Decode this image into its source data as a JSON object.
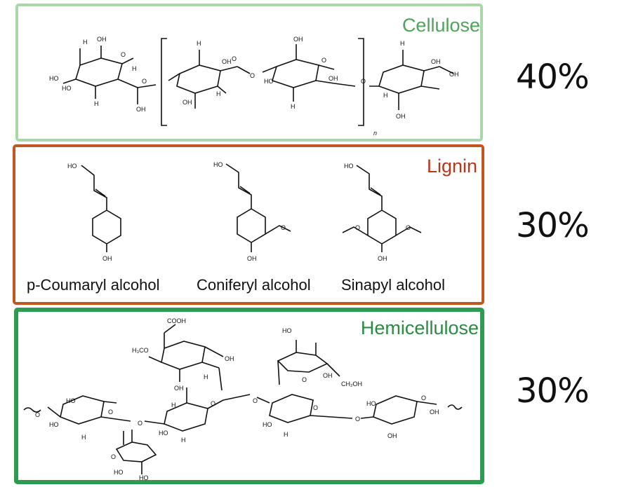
{
  "panels": [
    {
      "title": "Cellulose",
      "title_color": "#4fa35a",
      "border_color": "#a8d8a8",
      "percent": "40%"
    },
    {
      "title": "Lignin",
      "title_color": "#b5381d",
      "border_color": "#c0571f",
      "percent": "30%",
      "compounds": [
        "p-Coumaryl alcohol",
        "Coniferyl alcohol",
        "Sinapyl alcohol"
      ]
    },
    {
      "title": "Hemicellulose",
      "title_color": "#2c8a45",
      "border_color": "#2f9b50",
      "percent": "30%"
    }
  ],
  "structure_icons": [
    "glucose-ring-icon",
    "phenylpropanoid-icon",
    "xylan-sugar-ring-icon"
  ]
}
